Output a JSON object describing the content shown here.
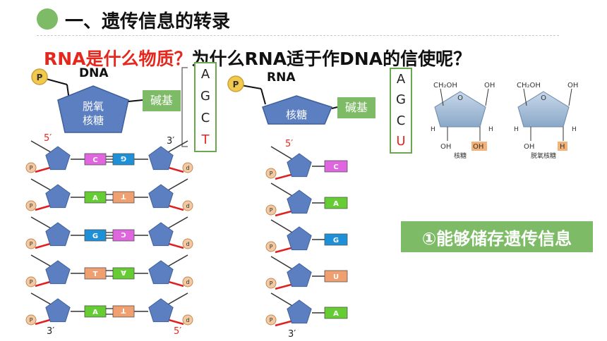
{
  "title": "一、遗传信息的转录",
  "question": {
    "part1": "RNA是什么物质？",
    "part2": "为什么RNA适于作DNA的信使呢？"
  },
  "dna_unit": {
    "label": "DNA",
    "phosphate": "P",
    "sugar_line1": "脱氧",
    "sugar_line2": "核糖",
    "base_label": "碱基",
    "bases": [
      "A",
      "G",
      "C",
      "T"
    ]
  },
  "rna_unit": {
    "label": "RNA",
    "phosphate": "P",
    "sugar": "核糖",
    "base_label": "碱基",
    "bases": [
      "A",
      "G",
      "C",
      "U"
    ]
  },
  "ring_diagrams": [
    {
      "c5": "CH₂OH",
      "oh_top": "OH",
      "o": "O",
      "h": "H",
      "oh_bottom_left": "OH",
      "oh_bottom_right": "OH",
      "caption": "核糖"
    },
    {
      "c5": "CH₂OH",
      "oh_top": "OH",
      "o": "O",
      "h": "H",
      "oh_bottom_left": "OH",
      "oh_bottom_right": "H",
      "caption": "脱氧核糖"
    }
  ],
  "dna_strand": {
    "end_top_left": "5′",
    "end_top_right": "3′",
    "end_bottom_left": "3′",
    "end_bottom_right": "5′",
    "phosphate_left": "P",
    "phosphate_right": "d",
    "pairs": [
      {
        "left": "C",
        "right": "G",
        "left_color": "#e066e0",
        "right_color": "#1e90d8"
      },
      {
        "left": "A",
        "right": "T",
        "left_color": "#66cc33",
        "right_color": "#f0a070"
      },
      {
        "left": "G",
        "right": "C",
        "left_color": "#1e90d8",
        "right_color": "#e066e0"
      },
      {
        "left": "T",
        "right": "A",
        "left_color": "#f0a070",
        "right_color": "#66cc33"
      },
      {
        "left": "A",
        "right": "T",
        "left_color": "#66cc33",
        "right_color": "#f0a070"
      }
    ]
  },
  "rna_strand": {
    "end_top": "5′",
    "end_bottom": "3′",
    "phosphate": "P",
    "bases": [
      {
        "letter": "C",
        "color": "#e066e0"
      },
      {
        "letter": "A",
        "color": "#66cc33"
      },
      {
        "letter": "G",
        "color": "#1e90d8"
      },
      {
        "letter": "U",
        "color": "#f0a070"
      },
      {
        "letter": "A",
        "color": "#66cc33"
      }
    ]
  },
  "badge": "①能够储存遗传信息"
}
